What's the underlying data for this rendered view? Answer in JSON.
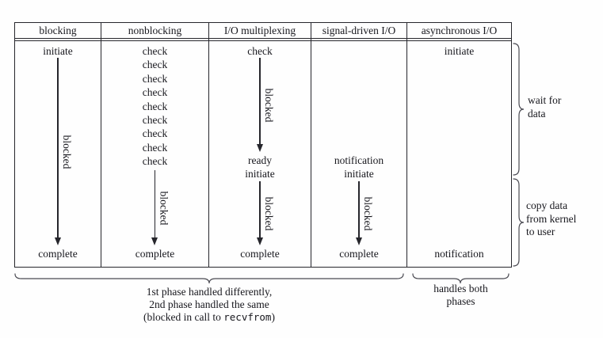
{
  "columns": [
    {
      "header": "blocking",
      "start": "initiate",
      "blocked": "blocked",
      "complete": "complete"
    },
    {
      "header": "nonblocking",
      "checks": [
        "check",
        "check",
        "check",
        "check",
        "check",
        "check",
        "check",
        "check",
        "check"
      ],
      "blocked": "blocked",
      "complete": "complete"
    },
    {
      "header": "I/O multiplexing",
      "start": "check",
      "blocked1": "blocked",
      "ready": "ready",
      "initiate2": "initiate",
      "blocked2": "blocked",
      "complete": "complete"
    },
    {
      "header": "signal-driven I/O",
      "notification": "notification",
      "initiate2": "initiate",
      "blocked": "blocked",
      "complete": "complete"
    },
    {
      "header": "asynchronous I/O",
      "start": "initiate",
      "notification": "notification"
    }
  ],
  "side_annotations": {
    "wait": {
      "lines": [
        "wait for",
        "data"
      ]
    },
    "copy": {
      "lines": [
        "copy data",
        "from kernel",
        "to user"
      ]
    }
  },
  "bottom_annotations": {
    "left": {
      "line1": "1st phase handled differently,",
      "line2": "2nd phase handled the same",
      "line3_prefix": "(blocked in call to ",
      "line3_code": "recvfrom",
      "line3_suffix": ")"
    },
    "right": {
      "lines": [
        "handles both",
        "phases"
      ]
    }
  }
}
